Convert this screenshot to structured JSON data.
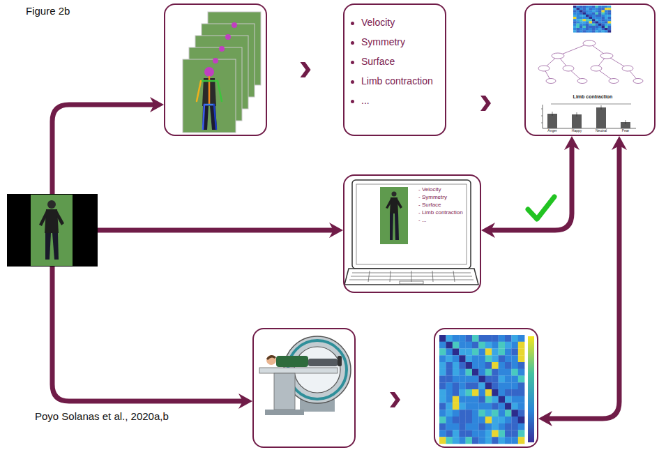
{
  "diagram": {
    "nodes": [
      {
        "text": []
      },
      {
        "text": [
          "Velocity",
          "Symmetry",
          "Surface",
          "Limb contraction",
          "..."
        ]
      },
      {
        "text": [
          "Limb contraction",
          "Anger",
          "Happy",
          "Neutral",
          "Fear"
        ]
      },
      {
        "text": []
      },
      {
        "text": [
          "- Velocity",
          "- Symmetry",
          "- Surface",
          "- Limb contraction",
          "- ..."
        ]
      },
      {
        "text": []
      },
      {
        "text": []
      }
    ],
    "edges": [
      {
        "from": 3,
        "to": 0,
        "arrow": "to"
      },
      {
        "from": 0,
        "to": 1,
        "arrow": "to"
      },
      {
        "from": 1,
        "to": 2,
        "arrow": "to"
      },
      {
        "from": 3,
        "to": 4,
        "arrow": "to"
      },
      {
        "from": 2,
        "to": 4,
        "arrow": "both"
      },
      {
        "from": 3,
        "to": 5,
        "arrow": "to"
      },
      {
        "from": 5,
        "to": 6,
        "arrow": "to"
      },
      {
        "from": 6,
        "to": 2,
        "arrow": "both"
      }
    ],
    "labels": [
      "Figure 2b",
      "Poyo Solanas et al., 2020a,b"
    ]
  }
}
